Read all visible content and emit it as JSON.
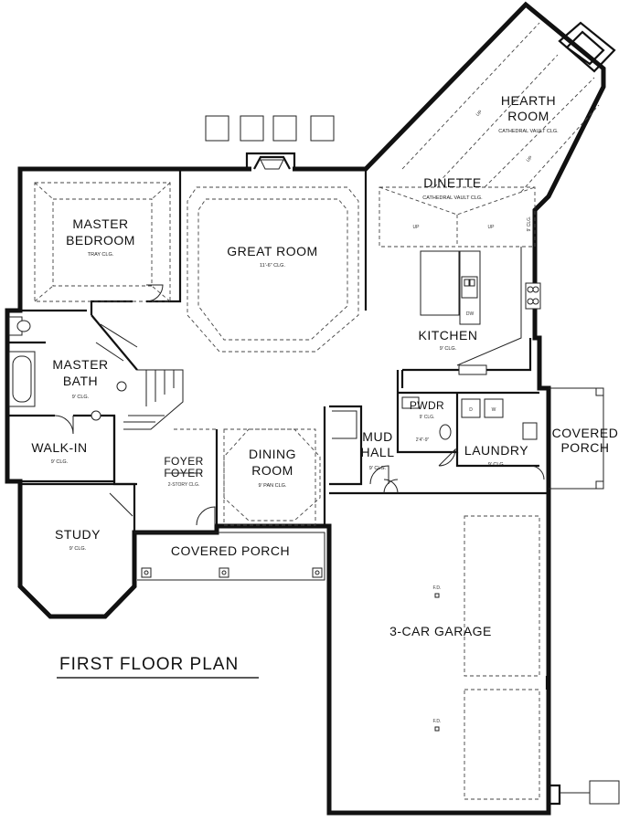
{
  "plan_title": "FIRST FLOOR PLAN",
  "rooms": {
    "hearth_room": {
      "line1": "HEARTH",
      "line2": "ROOM",
      "note": "CATHEDRAL VAULT CLG."
    },
    "dinette": {
      "label": "DINETTE",
      "note": "CATHEDRAL VAULT CLG."
    },
    "master_bedroom": {
      "line1": "MASTER",
      "line2": "BEDROOM",
      "note": "TRAY CLG."
    },
    "great_room": {
      "label": "GREAT ROOM",
      "note": "11'-6\" CLG."
    },
    "kitchen": {
      "label": "KITCHEN",
      "note": "9' CLG."
    },
    "master_bath": {
      "line1": "MASTER",
      "line2": "BATH",
      "note": "9' CLG."
    },
    "pwdr": {
      "label": "PWDR",
      "note": "9' CLG."
    },
    "walk_in": {
      "label": "WALK-IN",
      "note": "9' CLG."
    },
    "foyer": {
      "line1": "FOYER",
      "line2": "FOYER",
      "note": "2-STORY CLG."
    },
    "dining_room": {
      "line1": "DINING",
      "line2": "ROOM",
      "note": "9' PAN CLG."
    },
    "mud_hall": {
      "line1": "MUD",
      "line2": "HALL",
      "note": "9' CLG."
    },
    "laundry": {
      "label": "LAUNDRY",
      "note": "9' CLG."
    },
    "covered_porch_side": {
      "line1": "COVERED",
      "line2": "PORCH"
    },
    "study": {
      "label": "STUDY",
      "note": "9' CLG."
    },
    "covered_porch_front": {
      "label": "COVERED PORCH"
    },
    "garage": {
      "label": "3-CAR GARAGE"
    }
  },
  "annotations": {
    "up": "UP",
    "dw": "DW",
    "dryer": "D",
    "washer": "W",
    "floor_drain": "F.D.",
    "ceiling_9": "9' CLG.",
    "pwdr_dim": "2'4\"-9\""
  }
}
